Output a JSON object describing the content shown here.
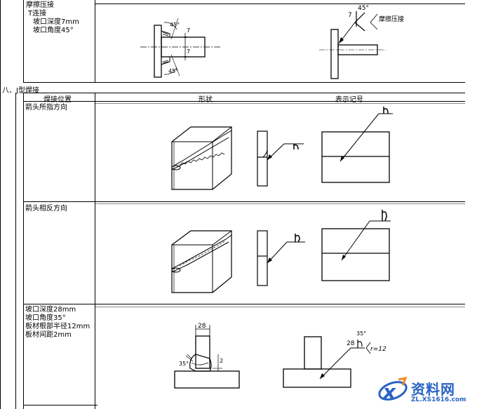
{
  "top_row": {
    "lines": [
      "摩擦压接",
      "T连接",
      "坡口深度7mm",
      "坡口角度45°"
    ],
    "symbol_angle": "45°",
    "symbol_depth": "7",
    "symbol_note": "摩擦压接",
    "fig_angle_label": "45°",
    "fig_depth_label": "7"
  },
  "section": {
    "title": "八、J型焊接"
  },
  "headers": {
    "position": "焊接位置",
    "shape": "形状",
    "symbol": "表示记号"
  },
  "row_arrow_side": {
    "label": "箭头所指方向"
  },
  "row_other_side": {
    "label": "箭头相反方向"
  },
  "row_details": {
    "lines": [
      "坡口深度28mm",
      "坡口角度35°",
      "板材根部半径12mm",
      "板材间距2mm"
    ],
    "fig_depth_label": "28",
    "fig_angle_label": "35°",
    "fig_gap_label": "2",
    "sym_depth_label": "28",
    "sym_angle_label": "35°",
    "sym_radius_label": "r=12"
  },
  "watermark": {
    "brand": "资料网",
    "url": "ZL.XS1616.com"
  },
  "colors": {
    "watermark_blue": "#2a63c5",
    "watermark_orange": "#f08a1c"
  }
}
